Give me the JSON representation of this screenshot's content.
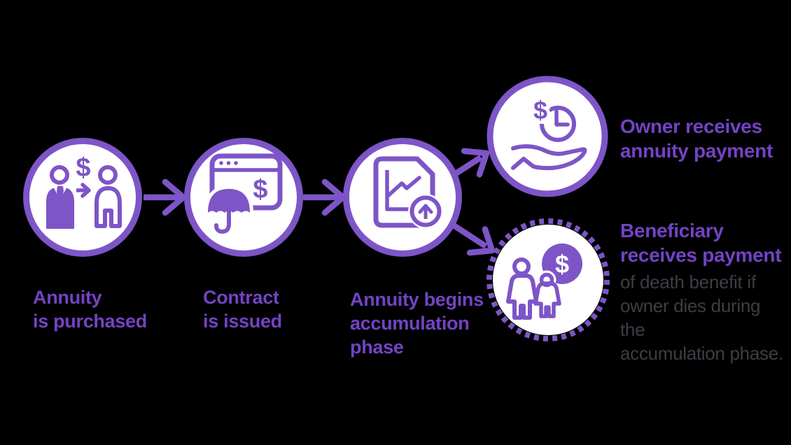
{
  "diagram": {
    "colors": {
      "background": "#000000",
      "primary": "#7d55c7",
      "heading": "#7343c4",
      "body": "#3e3d46",
      "circle_fill": "#ffffff"
    },
    "icons": {
      "currency_symbol": "$"
    },
    "steps": [
      {
        "id": "annuity-purchased",
        "icon": "people-money-exchange-icon",
        "label": "Annuity\nis purchased"
      },
      {
        "id": "contract-issued",
        "icon": "contract-umbrella-icon",
        "label": "Contract\nis issued"
      },
      {
        "id": "accumulation-phase",
        "icon": "document-growth-upload-icon",
        "label": "Annuity begins\naccumulation\nphase"
      }
    ],
    "outcomes": [
      {
        "id": "owner-payment",
        "icon": "hand-holding-time-money-icon",
        "title": "Owner receives\nannuity payment"
      },
      {
        "id": "beneficiary-payment",
        "icon": "beneficiaries-money-icon",
        "title": "Beneficiary\nreceives payment",
        "body": "of death benefit if\nowner dies during the\naccumulation phase."
      }
    ]
  }
}
